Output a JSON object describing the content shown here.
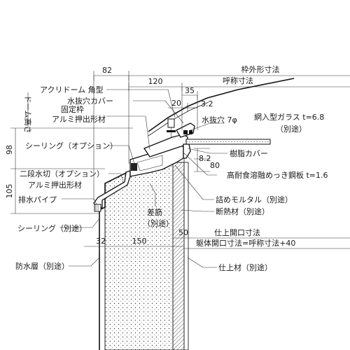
{
  "dimensions": {
    "d82": "82",
    "d120": "120",
    "d35": "35",
    "d20": "20",
    "d3_2": "3.2",
    "d98": "98",
    "d105": "105",
    "d8_2": "8.2",
    "d80": "80",
    "d50": "50",
    "d32": "32",
    "d150": "150"
  },
  "labels": {
    "outer_frame": "枠外形寸法",
    "nominal": "呼称寸法",
    "acrylic_dome": "アクリドーム 角型",
    "drain_cover": "水抜穴カバー",
    "fixed_frame": "固定枠",
    "alu_extrusion_1": "アルミ押出形材",
    "dome_height": "ドーム高さ",
    "drain_hole": "水抜穴 7φ",
    "wire_glass": "網入型ガラス t=6.8",
    "separate_1": "（別途）",
    "sealing_option": "シーリング（オプション）",
    "resin_cover": "樹脂カバー",
    "two_step_water": "二段水切（オプション）",
    "alu_extrusion_2": "アルミ押出形材",
    "steel_plate": "高耐食溶融めっき鋼板 t=1.6",
    "drain_pipe": "排水パイプ",
    "packing_mortar": "詰めモルタル（別途）",
    "rebar": "差筋",
    "rebar_sep": "（別途）",
    "insulation": "断熱材（別途）",
    "sealing_sep": "シーリング（別途）",
    "finish_opening": "仕上開口寸法",
    "body_opening": "躯体開口寸法=呼称寸法+40",
    "waterproof": "防水層（別途）",
    "finish_material": "仕上材（別途）"
  }
}
